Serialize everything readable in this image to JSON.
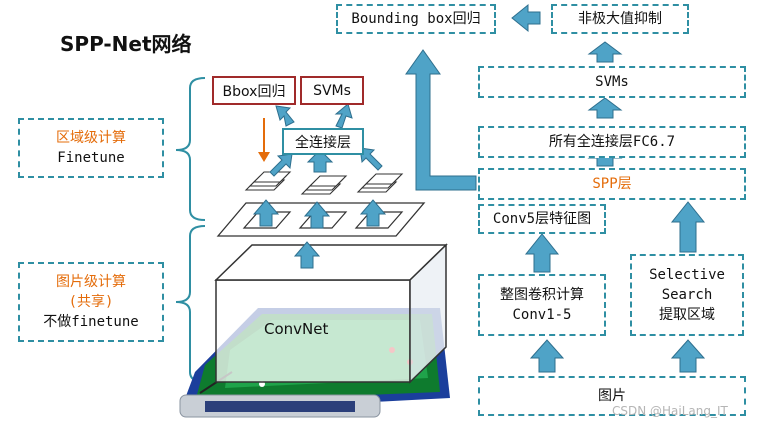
{
  "title": "SPP-Net网络",
  "left": {
    "region": {
      "line1": "区域级计算",
      "line2": "Finetune"
    },
    "image": {
      "line1": "图片级计算",
      "line2": "(共享)",
      "line3": "不做finetune"
    },
    "bbox_label": "Bbox回归",
    "svms_label": "SVMs",
    "fc_label": "全连接层",
    "convnet_label": "ConvNet"
  },
  "right": {
    "bounding_box": "Bounding box回归",
    "nms": "非极大值抑制",
    "svms": "SVMs",
    "fc": "所有全连接层FC6.7",
    "spp": "SPP层",
    "conv5": "Conv5层特征图",
    "conv_full": {
      "line1": "整图卷积计算",
      "line2": "Conv1-5"
    },
    "selective": {
      "line1": "Selective",
      "line2": "Search",
      "line3": "提取区域"
    },
    "image": "图片"
  },
  "watermark": "CSDN @HaiLang_IT",
  "colors": {
    "arrow_fill": "#4fa3c7",
    "arrow_stroke": "#2e6f8e",
    "dash": "#2f8fa3",
    "orange": "#e46c0a",
    "red_border": "#a02a2a"
  }
}
